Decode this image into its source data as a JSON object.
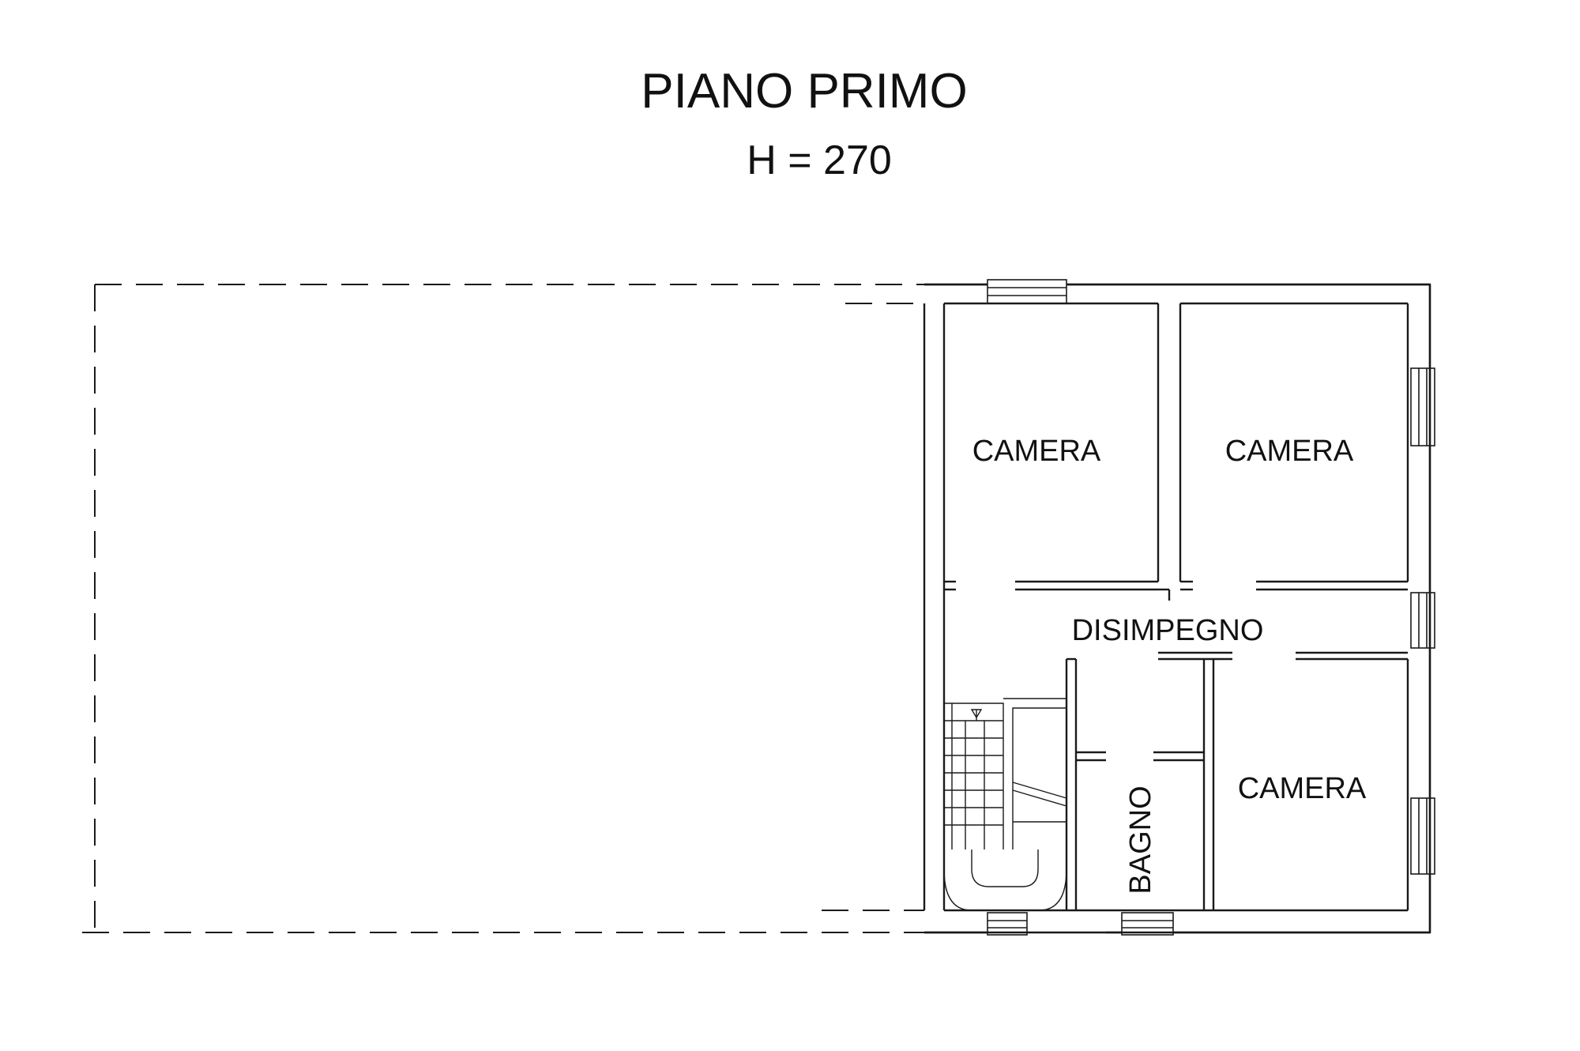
{
  "drawing": {
    "title": "PIANO PRIMO",
    "subtitle": "H = 270"
  },
  "rooms": [
    {
      "label": "CAMERA"
    },
    {
      "label": "CAMERA"
    },
    {
      "label": "DISIMPEGNO"
    },
    {
      "label": "CAMERA"
    },
    {
      "label": "BAGNO"
    }
  ],
  "colors": {
    "line": "#1a1a1a",
    "background": "#ffffff"
  }
}
